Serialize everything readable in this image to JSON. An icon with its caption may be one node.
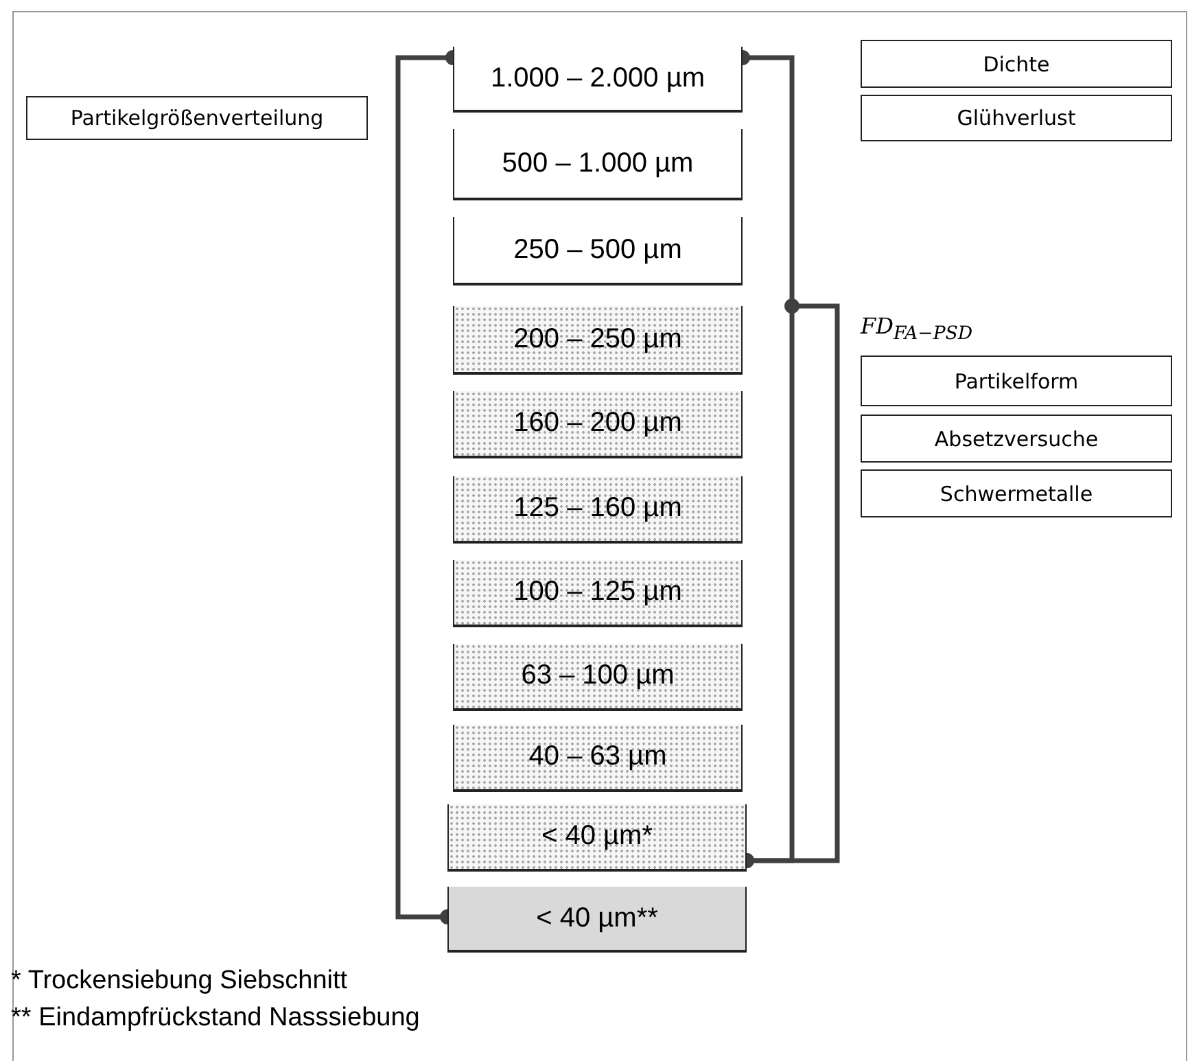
{
  "diagram": {
    "nodes": [
      {
        "text": [
          "Partikelgrößenverteilung"
        ]
      },
      {
        "text": [
          "1.000 – 2.000 µm"
        ]
      },
      {
        "text": [
          "500 – 1.000 µm"
        ]
      },
      {
        "text": [
          "250 – 500 µm"
        ]
      },
      {
        "text": [
          "200 – 250 µm"
        ]
      },
      {
        "text": [
          "160 – 200 µm"
        ]
      },
      {
        "text": [
          "125 – 160 µm"
        ]
      },
      {
        "text": [
          "100 – 125 µm"
        ]
      },
      {
        "text": [
          "63 – 100 µm"
        ]
      },
      {
        "text": [
          "40 – 63 µm"
        ]
      },
      {
        "text": [
          "< 40 µm*"
        ]
      },
      {
        "text": [
          "< 40 µm**"
        ]
      },
      {
        "text": [
          "Dichte"
        ]
      },
      {
        "text": [
          "Glühverlust"
        ]
      },
      {
        "text": [
          "Partikelform"
        ]
      },
      {
        "text": [
          "Absetzversuche"
        ]
      },
      {
        "text": [
          "Schwermetalle"
        ]
      }
    ],
    "edges": [
      {
        "from": 1,
        "to": 11,
        "arrow": "other"
      },
      {
        "from": 1,
        "to": 10,
        "arrow": "other"
      },
      {
        "from": null,
        "to": 10,
        "arrow": "other"
      }
    ],
    "labels": [
      "FD$_{FA−PSD}$",
      "* Trockensiebung Siebschnitt",
      "** Eindampfrückstand Nasssiebung"
    ]
  }
}
